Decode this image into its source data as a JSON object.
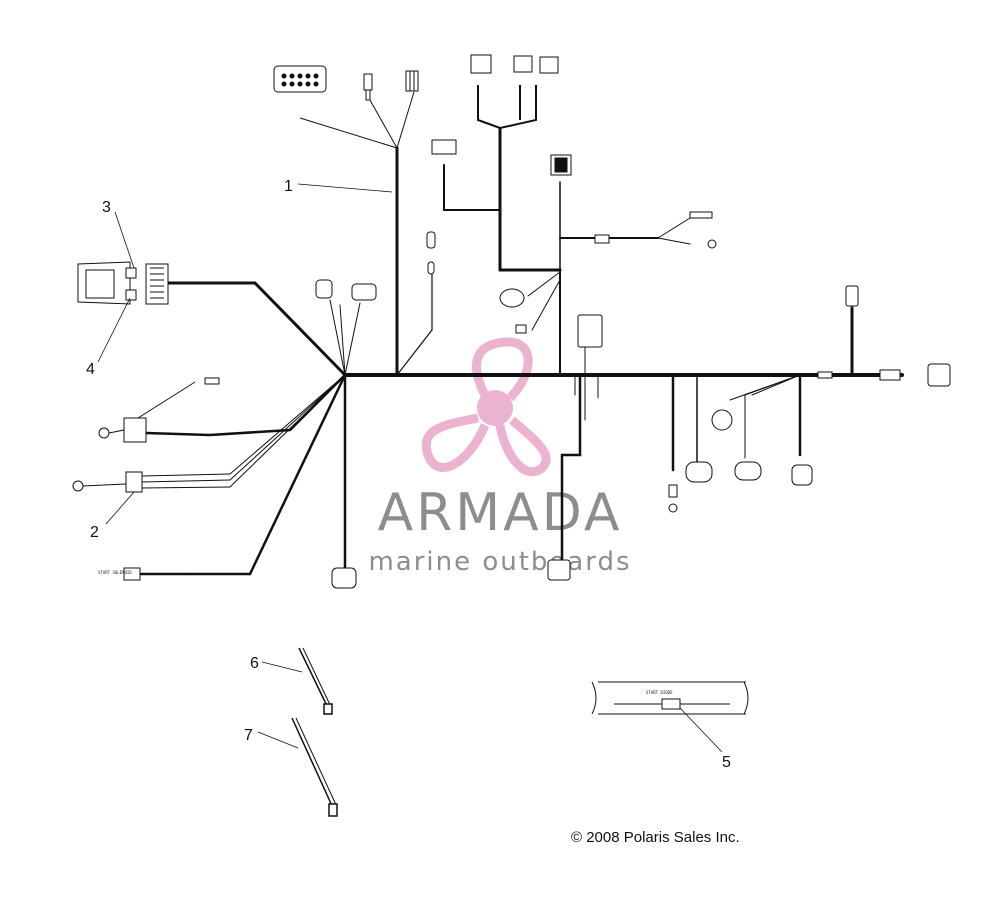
{
  "callouts": [
    "1",
    "2",
    "3",
    "4",
    "5",
    "6",
    "7"
  ],
  "watermark": {
    "name": "ARMADA",
    "tagline": "marine outboards",
    "name_color": "#7a7a7a",
    "logo_color": "#e8a6c8"
  },
  "copyright": "© 2008 Polaris Sales Inc.",
  "labels": {
    "start_solenoid": "START SOLENOID",
    "start_diode": "START DIODE"
  }
}
